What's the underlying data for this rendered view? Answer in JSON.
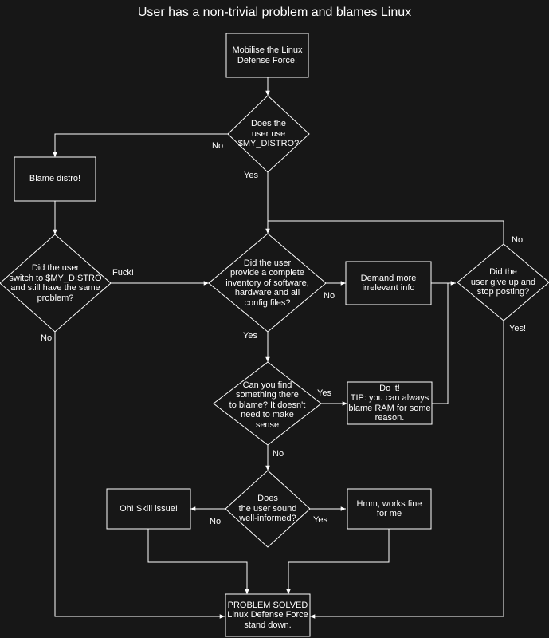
{
  "title": "User has a non-trivial problem and blames Linux",
  "nodes": {
    "mobilise": "Mobilise the Linux\nDefense Force!",
    "uses_distro": "Does the\nuser use\n$MY_DISTRO?",
    "blame_distro": "Blame distro!",
    "switched": "Did the user\nswitch to $MY_DISTRO\nand still have the same\nproblem?",
    "inventory": "Did the user\nprovide a complete\ninventory of software,\nhardware and all\nconfig files?",
    "demand_info": "Demand more\nirrelevant info",
    "gave_up": "Did the\nuser give up and\nstop posting?",
    "find_blame": "Can you find\nsomething there\nto blame?  It doesn't\nneed to make\nsense",
    "do_it": "Do it!\nTIP: you can always\nblame RAM for some\nreason.",
    "well_informed": "Does\nthe user sound\nwell-informed?",
    "skill_issue": "Oh! Skill issue!",
    "works_fine": "Hmm, works fine\nfor me",
    "solved": "PROBLEM SOLVED\nLinux Defense Force\nstand down."
  },
  "edge_labels": {
    "distro_no": "No",
    "distro_yes": "Yes",
    "switched_fuck": "Fuck!",
    "switched_no": "No",
    "inventory_no": "No",
    "inventory_yes": "Yes",
    "gave_up_no": "No",
    "gave_up_yes": "Yes!",
    "find_yes": "Yes",
    "find_no": "No",
    "informed_no": "No",
    "informed_yes": "Yes"
  },
  "colors": {
    "background": "#171717",
    "stroke": "#ffffff",
    "text": "#ffffff"
  }
}
